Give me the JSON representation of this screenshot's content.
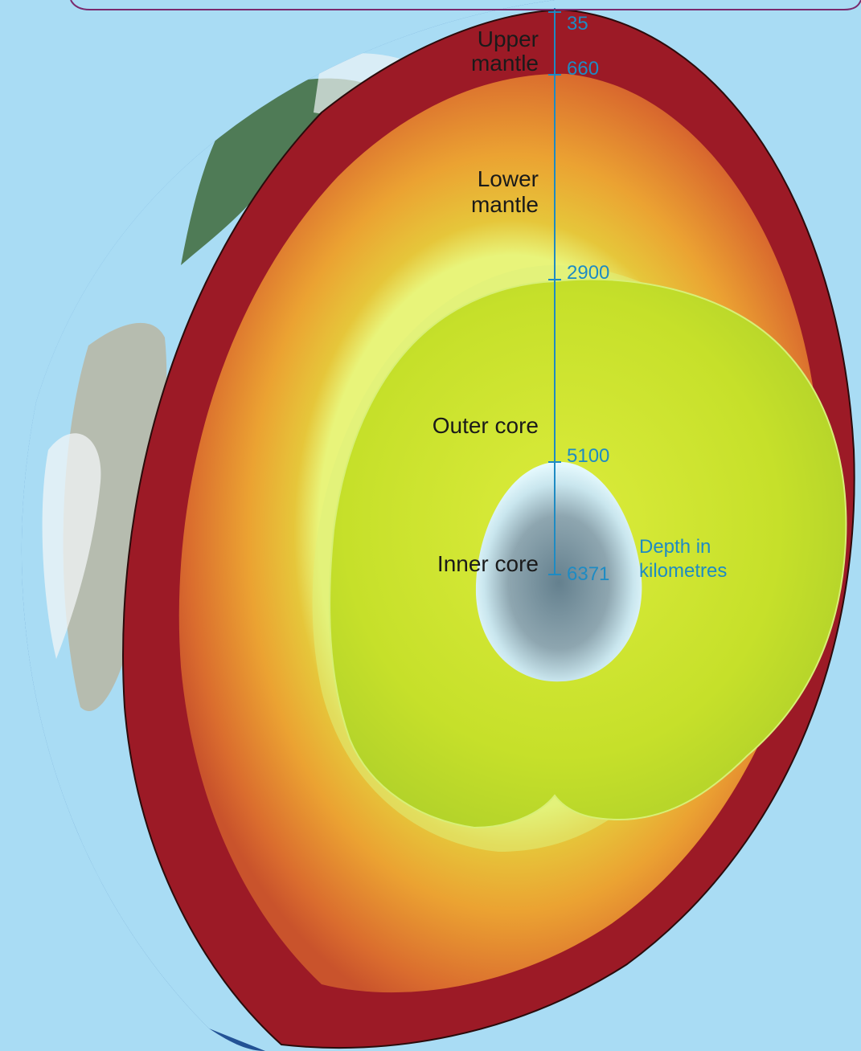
{
  "colors": {
    "background": "#a9dcf4",
    "crust": "#9c1a26",
    "mantle_outer": "#d9652a",
    "mantle_inner": "#f0a21c",
    "mantle_glow": "#b9df3a",
    "outer_core": "#cde52a",
    "inner_core": "#7f9aa6",
    "ocean": "#2b6db8",
    "land": "#3f6a3a",
    "depth_accent": "#1e8bc3",
    "label_text": "#1a1a1a"
  },
  "layers": [
    {
      "id": "upper-mantle",
      "label_lines": [
        "Upper",
        "mantle"
      ]
    },
    {
      "id": "lower-mantle",
      "label_lines": [
        "Lower",
        "mantle"
      ]
    },
    {
      "id": "outer-core",
      "label_lines": [
        "Outer core"
      ]
    },
    {
      "id": "inner-core",
      "label_lines": [
        "Inner core"
      ]
    }
  ],
  "depth_marks": [
    {
      "value": "35"
    },
    {
      "value": "660"
    },
    {
      "value": "2900"
    },
    {
      "value": "5100"
    },
    {
      "value": "6371"
    }
  ],
  "legend": {
    "lines": [
      "Depth in",
      "kilometres"
    ]
  }
}
